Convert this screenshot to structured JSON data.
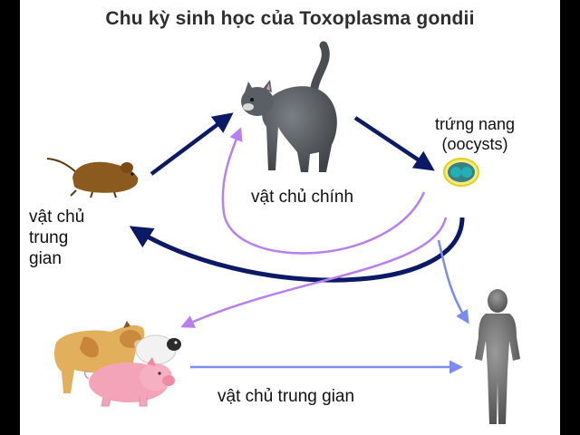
{
  "title": "Chu kỳ sinh học của Toxoplasma gondii",
  "labels": {
    "main_host": "vật chủ chính",
    "oocyst_line1": "trứng nang",
    "oocyst_line2": "(oocysts)",
    "intermediate_left_1": "vật chủ",
    "intermediate_left_2": "trung",
    "intermediate_left_3": "gian",
    "intermediate_bottom": "vật chủ trung gian"
  },
  "colors": {
    "dark_arrow": "#0c1a66",
    "purple_arrow": "#b77ff0",
    "blue_arrow": "#7a8cf0",
    "cat": "#555a5f",
    "mouse": "#8a5a1e",
    "human": "#6b6b6b",
    "oocyst": "#1aa6a6",
    "oocyst_ring": "#f0e020"
  },
  "icons": [
    "cat-icon",
    "mouse-icon",
    "oocyst-icon",
    "human-icon",
    "cow-icon",
    "sheep-icon",
    "pig-icon"
  ]
}
